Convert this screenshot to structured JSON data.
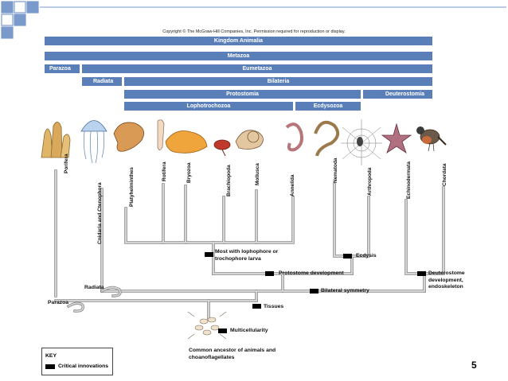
{
  "copyright": "Copyright © The McGraw-Hill Companies, Inc. Permission required for reproduction or display.",
  "bars": {
    "kingdom": "Kingdom Animalia",
    "metazoa": "Metazoa",
    "parazoa": "Parazoa",
    "eumetazoa": "Eumetazoa",
    "radiata": "Radiata",
    "bilateria": "Bilateria",
    "protostomia": "Protostomia",
    "deuterostomia": "Deuterostomia",
    "lophotrochozoa": "Lophotrochozoa",
    "ecdysozoa": "Ecdysozoa"
  },
  "taxa": {
    "porifera": "Porifera",
    "cnidaria": "Cnidaria and Ctenophora",
    "platyhelminthes": "Platyhelminthes",
    "rotifera": "Rotifera",
    "bryozoa": "Bryozoa",
    "brachiopoda": "Brachiopoda",
    "mollusca": "Mollusca",
    "annelida": "Annelida",
    "nematoda": "Nematoda",
    "arthropoda": "Arthropoda",
    "echinodermata": "Echinodermata",
    "chordata": "Chordata"
  },
  "innovations": {
    "lophophore": "Most with lophophore or trochophore larva",
    "ecdysis": "Ecdysis",
    "protostome_dev": "Protostome development",
    "deuterostome_dev": "Deuterostome development, endoskeleton",
    "bilateral": "Bilateral symmetry",
    "tissues": "Tissues",
    "multicellularity": "Multicellularity",
    "ancestor": "Common ancestor of animals and choanoflagellates"
  },
  "group_labels": {
    "radiata": "Radiata",
    "parazoa": "Parazoa"
  },
  "key": {
    "title": "KEY",
    "item": "Critical innovations"
  },
  "page_number": "5",
  "colors": {
    "bar": "#5a7fb8",
    "tree_line": "#b8b8b8",
    "tree_outline": "#8a8a8a",
    "marker": "#000000",
    "corner_squares": "#7a9acc"
  }
}
